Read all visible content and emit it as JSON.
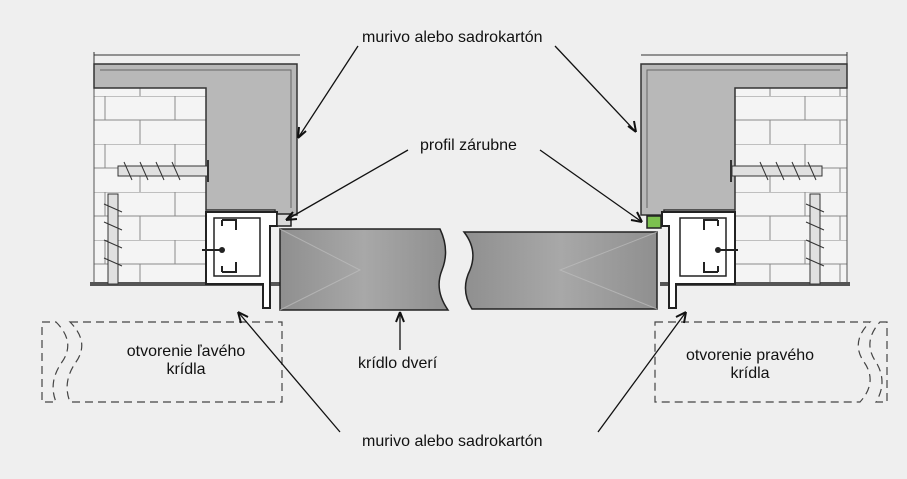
{
  "labels": {
    "wall_top": "murivo alebo sadrokartón",
    "frame_profile": "profil zárubne",
    "door_leaf": "krídlo dverí",
    "left_opening_line1": "otvorenie ľavého",
    "left_opening_line2": "krídla",
    "right_opening_line1": "otvorenie pravého",
    "right_opening_line2": "krídla",
    "wall_bottom": "murivo alebo sadrokartón"
  },
  "colors": {
    "background": "#efefef",
    "wall_fill": "#b8b8b8",
    "brick_fill": "#f4f4f4",
    "door_fill": "#9a9a9a",
    "profile_fill": "#ffffff",
    "seal": "#7cc04f",
    "line": "#222222"
  }
}
